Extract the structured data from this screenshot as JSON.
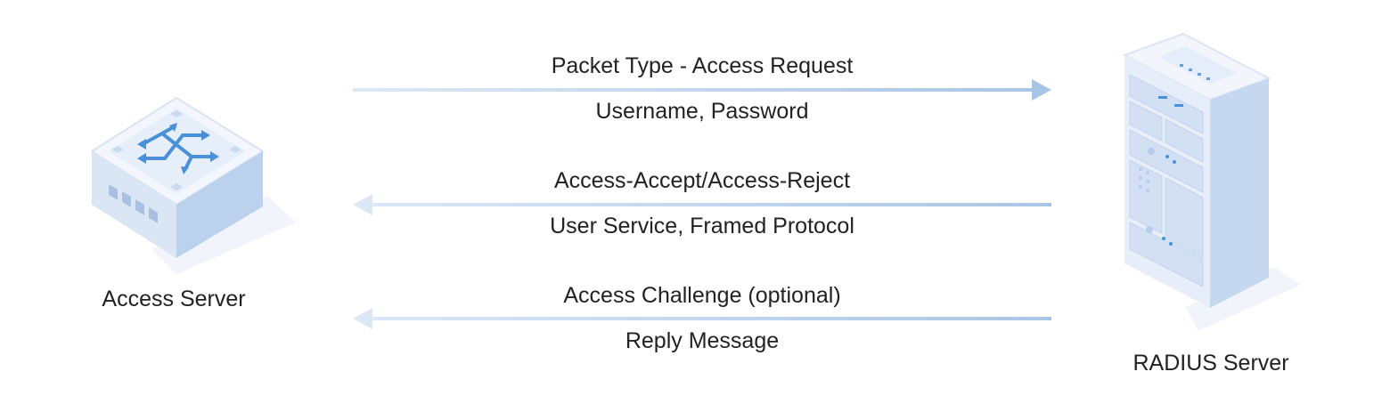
{
  "nodes": {
    "access_server": {
      "label": "Access Server"
    },
    "radius_server": {
      "label": "RADIUS Server"
    }
  },
  "messages": [
    {
      "direction": "to-radius",
      "top_label": "Packet Type - Access Request",
      "bottom_label": "Username, Password"
    },
    {
      "direction": "to-access",
      "top_label": "Access-Accept/Access-Reject",
      "bottom_label": "User Service, Framed Protocol"
    },
    {
      "direction": "to-access",
      "top_label": "Access Challenge (optional)",
      "bottom_label": "Reply Message"
    }
  ],
  "colors": {
    "arrow": "#b8d0ea",
    "device_light": "#e8f0fb",
    "device_mid": "#c9dbf2",
    "device_dark": "#a9c3e6",
    "accent": "#4a90d9"
  }
}
